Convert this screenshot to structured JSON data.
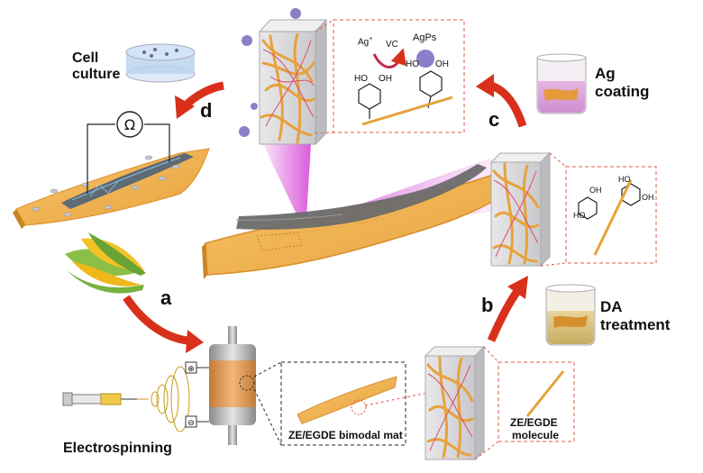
{
  "labels": {
    "cell_culture_1": "Cell",
    "cell_culture_2": "culture",
    "ag_coating_1": "Ag",
    "ag_coating_2": "coating",
    "da_treatment_1": "DA",
    "da_treatment_2": "treatment",
    "electrospinning": "Electrospinning",
    "bimodal_mat": "ZE/EGDE bimodal mat",
    "molecule_1": "ZE/EGDE",
    "molecule_2": "molecule"
  },
  "steps": {
    "a": "a",
    "b": "b",
    "c": "c",
    "d": "d"
  },
  "chemistry": {
    "ag_ion": "Ag",
    "ag_ion_sup": "+",
    "vc": "VC",
    "agps": "AgPs",
    "ho": "HO",
    "oh": "OH"
  },
  "colors": {
    "arrow_red": "#d9301c",
    "mat_orange": "#f0b14a",
    "mat_edge": "#d88f2a",
    "magenta": "#d233d2",
    "dashed_red": "#e05a4a",
    "ag_particle": "#8b7fc8"
  },
  "icons": [
    "ohm-meter-icon",
    "corn-icon",
    "syringe-icon",
    "beaker-icon",
    "petri-dish-icon",
    "electrode-icon"
  ]
}
